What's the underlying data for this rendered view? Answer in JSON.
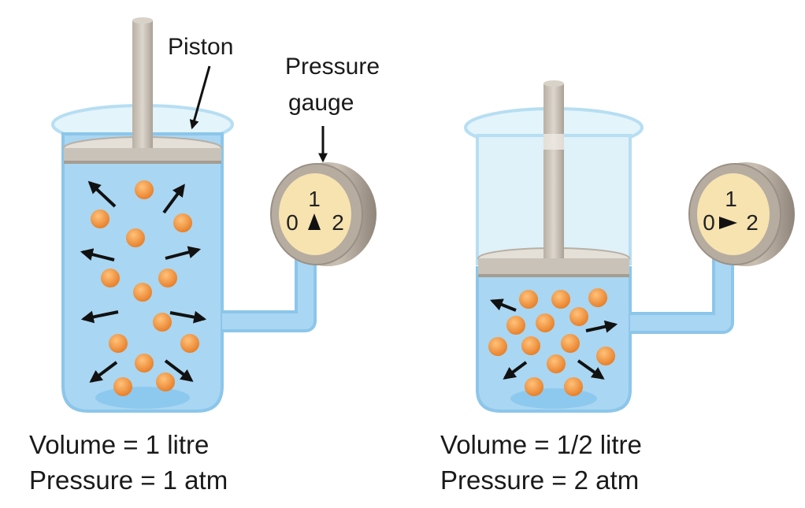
{
  "labels": {
    "piston": "Piston",
    "pressure_gauge_line1": "Pressure",
    "pressure_gauge_line2": "gauge"
  },
  "left": {
    "volume": "Volume = 1 litre",
    "pressure": "Pressure = 1 atm",
    "gauge": {
      "min": "0",
      "mid": "1",
      "max": "2",
      "reading_atm": 1
    }
  },
  "right": {
    "volume": "Volume = 1/2 litre",
    "pressure": "Pressure = 2 atm",
    "gauge": {
      "min": "0",
      "mid": "1",
      "max": "2",
      "reading_atm": 2
    }
  },
  "colors": {
    "gas": "#a9d6f2",
    "container_glass": "#e2f3fb",
    "container_rim": "#cfeaf7",
    "molecule": "#f0933a",
    "piston": "#c9c2b8",
    "gauge_face": "#f7e3b0",
    "gauge_rim": "#b6aca0",
    "tube": "#9fd2ee",
    "arrow": "#111111"
  }
}
